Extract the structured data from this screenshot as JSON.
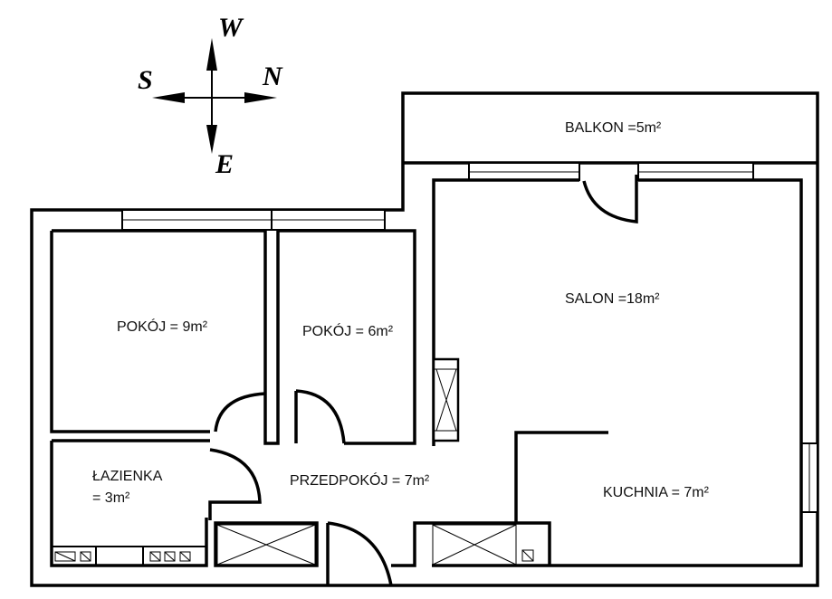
{
  "compass": {
    "north": "N",
    "south": "S",
    "east": "E",
    "west": "W"
  },
  "rooms": {
    "balkon": "BALKON =5m²",
    "salon": "SALON =18m²",
    "pokoj1": "POKÓJ = 9m²",
    "pokoj2": "POKÓJ = 6m²",
    "lazienka_name": "ŁAZIENKA",
    "lazienka_area": "= 3m²",
    "przedpokoj": "PRZEDPOKÓJ = 7m²",
    "kuchnia": "KUCHNIA = 7m²"
  },
  "colors": {
    "line": "#000000",
    "background": "#ffffff"
  }
}
